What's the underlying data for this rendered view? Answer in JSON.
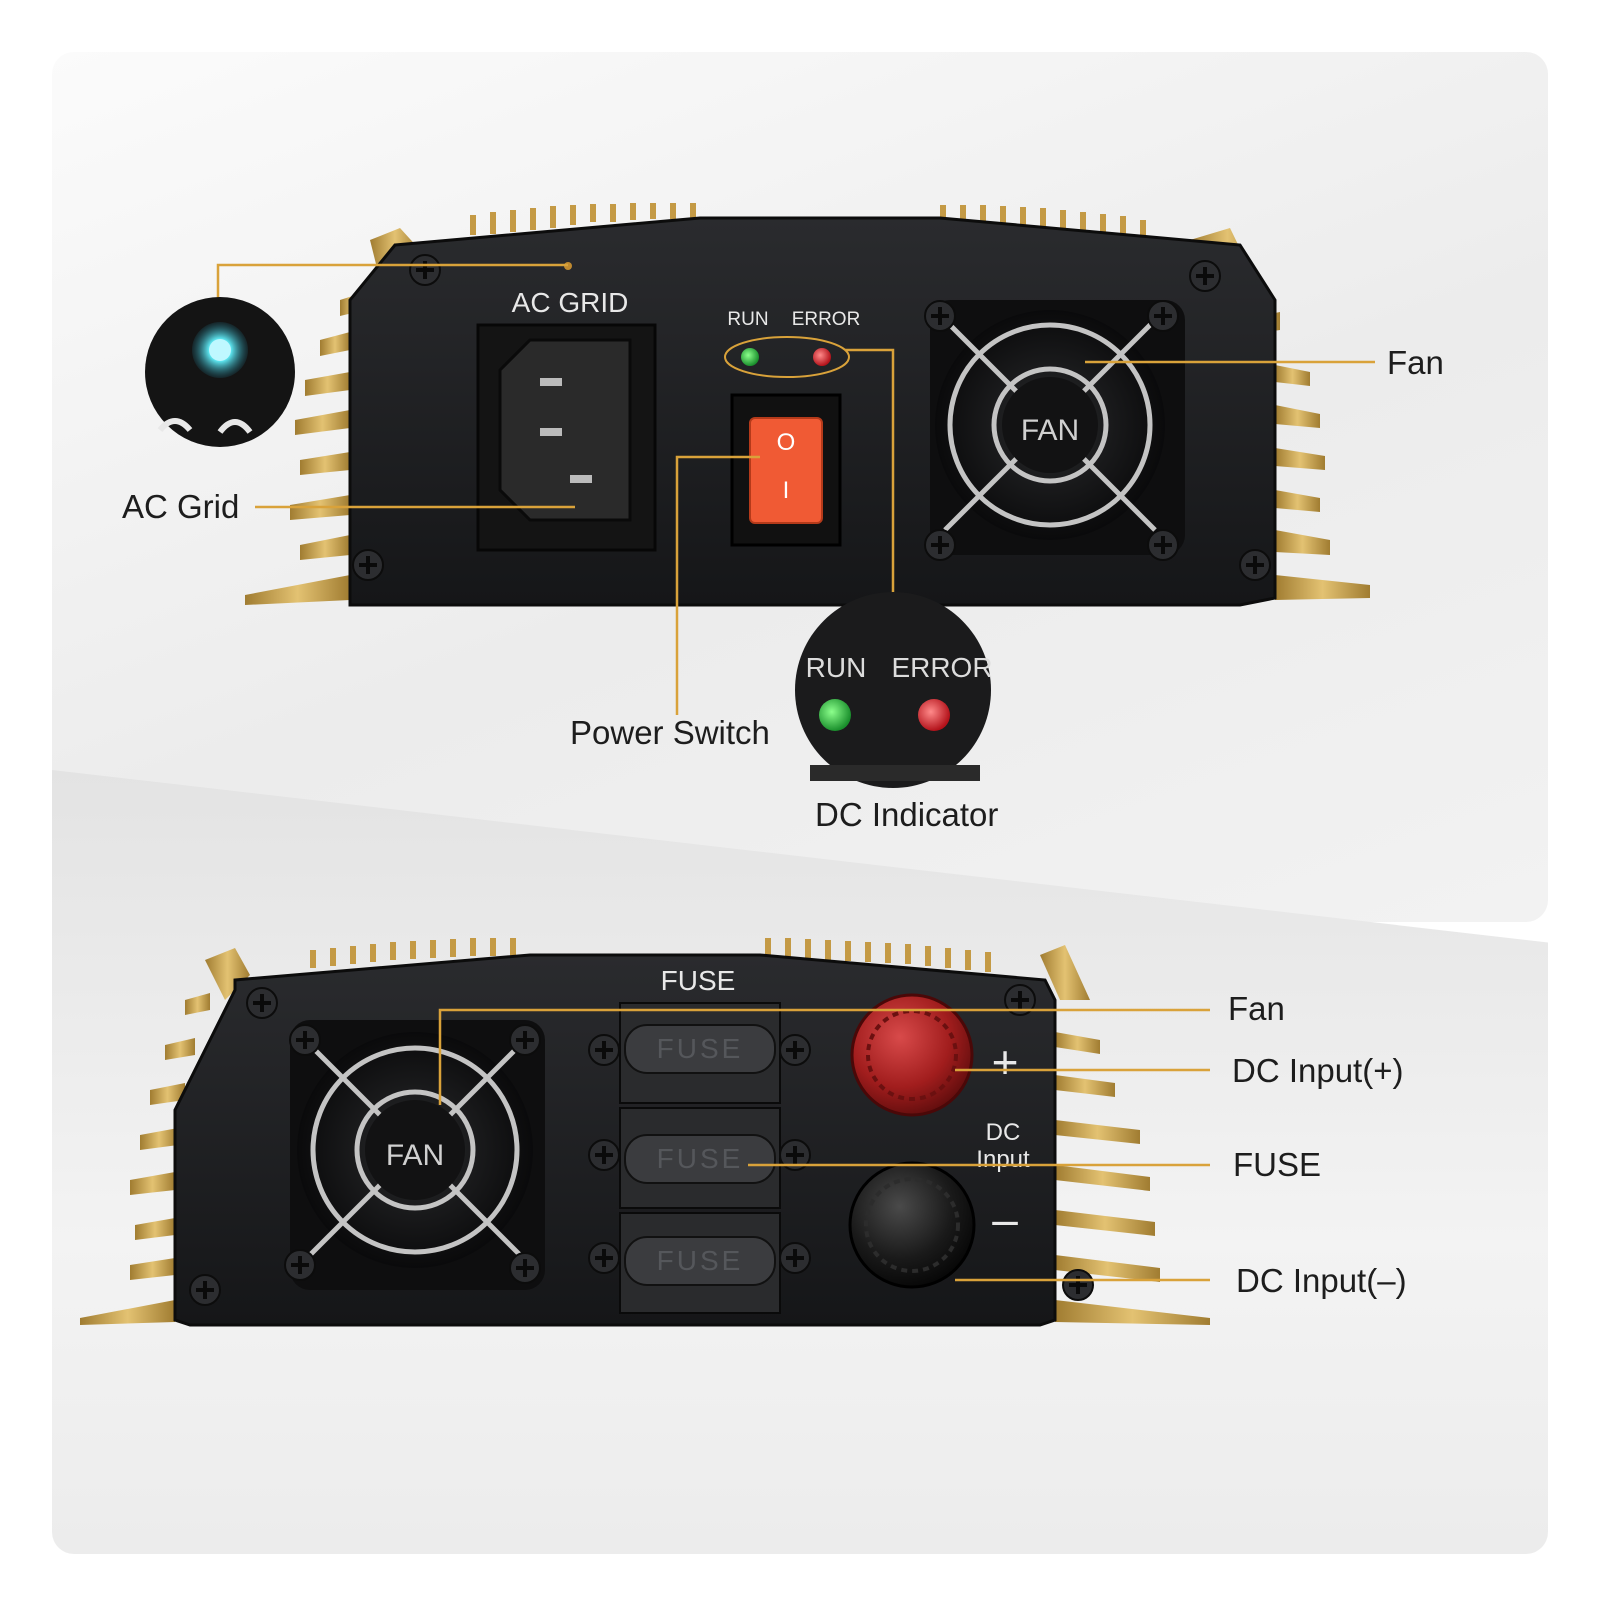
{
  "top_unit": {
    "panel_labels": {
      "ac_grid": "AC GRID",
      "run": "RUN",
      "error": "ERROR",
      "fan": "FAN",
      "switch_off": "O",
      "switch_on": "I"
    },
    "callouts": {
      "ac_grid": "AC Grid",
      "fan": "Fan",
      "power_switch": "Power Switch",
      "dc_indicator": "DC Indicator"
    },
    "zoom_indicator": {
      "run": "RUN",
      "error": "ERROR"
    }
  },
  "bottom_unit": {
    "panel_labels": {
      "fuse_title": "FUSE",
      "fuse_1": "FUSE",
      "fuse_2": "FUSE",
      "fuse_3": "FUSE",
      "fan": "FAN",
      "dc_input_line1": "DC",
      "dc_input_line2": "Input",
      "plus": "+",
      "minus": "–"
    },
    "callouts": {
      "fan": "Fan",
      "dc_input_plus": "DC Input(+)",
      "fuse": "FUSE",
      "dc_input_minus": "DC Input(–)"
    }
  },
  "colors": {
    "housing": "#1c1d1f",
    "heatsink": "#c9a24e",
    "leader_line": "#d9a23a",
    "switch": "#f05a34",
    "run_led": "#1fb83a",
    "error_led": "#e0232b",
    "dc_plus_knob": "#a11d1d",
    "dc_minus_knob": "#1a1a1a",
    "status_led": "#5ee6f0"
  }
}
